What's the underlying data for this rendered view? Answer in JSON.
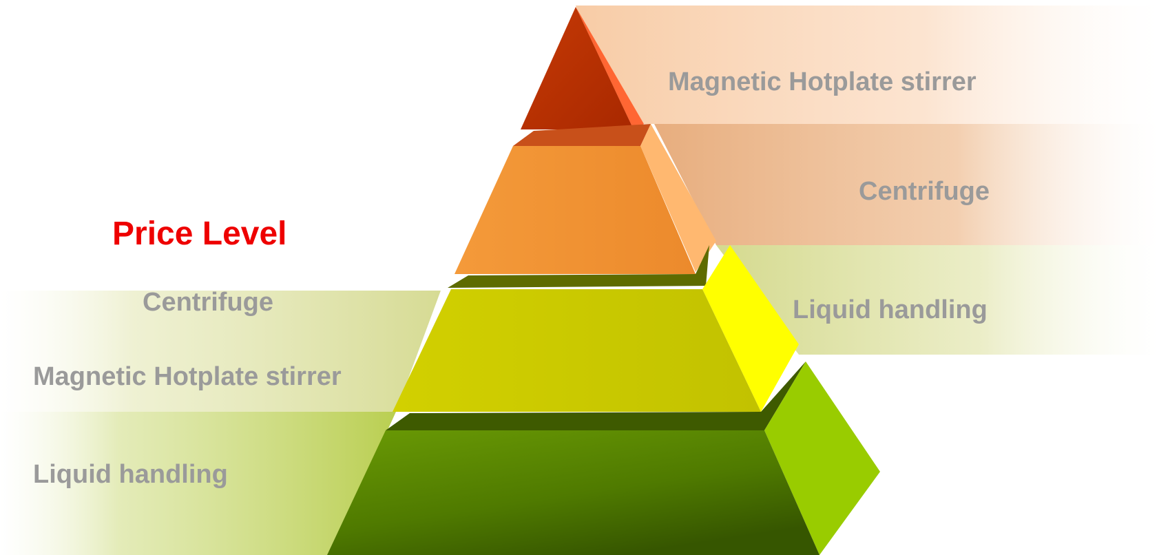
{
  "title": {
    "text": "Price Level",
    "color": "#ee0000"
  },
  "right_labels": [
    {
      "text": "Magnetic Hotplate stirrer"
    },
    {
      "text": "Centrifuge"
    },
    {
      "text": "Liquid handling"
    }
  ],
  "left_labels": [
    {
      "text": "Centrifuge"
    },
    {
      "text": "Magnetic Hotplate stirrer"
    },
    {
      "text": "Liquid handling"
    }
  ],
  "colors": {
    "label_text": "#9a9a9a",
    "tier1_front": "#b83000",
    "tier1_side": "#ff6a3d",
    "tier2_front": "#f29333",
    "tier2_side": "#ffb46e",
    "tier3_front": "#c8c800",
    "tier3_side": "#ffff00",
    "tier4_front": "#5e8f00",
    "tier4_side": "#99cc00",
    "band_orange": "#f0b886",
    "band_yellow": "#d6dc8e",
    "band_green": "#b9cf50"
  }
}
